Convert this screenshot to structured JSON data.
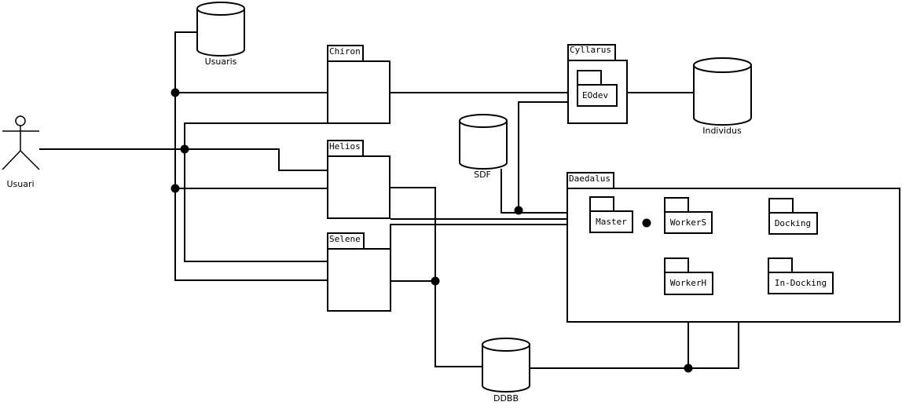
{
  "actor": {
    "label": "Usuari"
  },
  "databases": {
    "usuaris": "Usuaris",
    "individus": "Individus",
    "sdf": "SDF",
    "ddbb": "DDBB"
  },
  "packages": {
    "chiron": "Chiron",
    "helios": "Helios",
    "selene": "Selene",
    "cyllarus": "Cyllarus",
    "eodev": "EOdev",
    "daedalus": "Daedalus",
    "master": "Master",
    "workers": "WorkerS",
    "workerh": "WorkerH",
    "docking": "Docking",
    "in_docking": "In-Docking"
  }
}
